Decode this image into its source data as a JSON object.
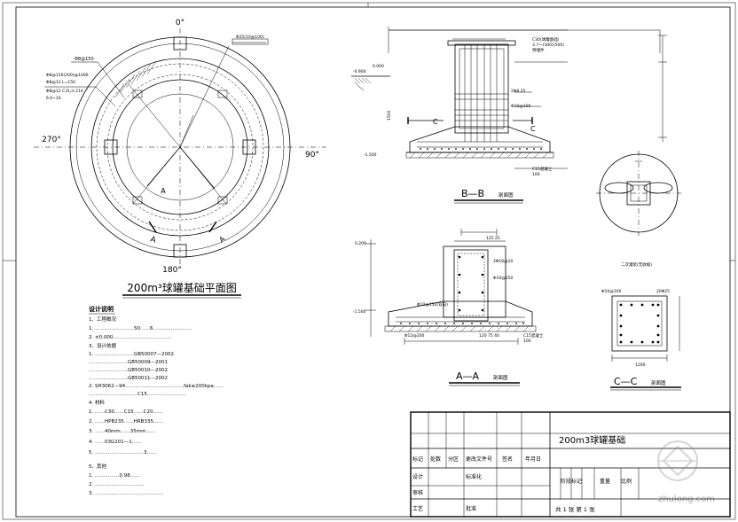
{
  "plan": {
    "angle_top": "0°",
    "angle_left": "270°",
    "angle_right": "90°",
    "angle_bottom": "180°",
    "title": "200m³球罐基础平面图",
    "section_a_left": "A",
    "section_a_right": "A"
  },
  "section_bb": {
    "title": "B—B",
    "subtitle": "剖面图",
    "mark_c_left": "C",
    "mark_c_right": "C"
  },
  "section_aa": {
    "title": "A—A",
    "subtitle": "剖面图"
  },
  "section_cc": {
    "title": "C—C",
    "subtitle": "剖面图"
  },
  "notes": {
    "heading": "设计说明",
    "lines": [
      "1、工程概况",
      "1. ……………………50……6……………………",
      "2. ±0.000………………………………",
      "3、设计依据",
      "1. ……………………GB50007—2002",
      "   ……………………GB50009—2001",
      "   ……………………GB50010—2002",
      "   ……………………GB50011—2002",
      "2. SH3062—94………………………………fak≥200kpa……",
      "…………………………C15……………………",
      "4. 材料",
      "1. ……C30……C15……C20……",
      "2. ……HPB235……HRB335……",
      "3. ……40mm……35mm……",
      "4. ……03G101—1……",
      "5. …………………………3……",
      "5、其他",
      "1. ……………0.98……",
      "2. …………………………",
      "3. ……………………………………"
    ]
  },
  "title_block": {
    "drawing_title": "200m3球罐基础",
    "row1": [
      "标记",
      "处数",
      "分区",
      "更改文件号",
      "签名",
      "年月日"
    ],
    "row2_left": [
      "设计",
      "",
      "标准化"
    ],
    "row2_right": [
      "阶段标记",
      "重量",
      "比例"
    ],
    "row3_left": [
      "审核"
    ],
    "row4_left": [
      "工艺",
      "",
      "批准"
    ],
    "sheet": "共 1 张  第 1 张"
  },
  "watermark": {
    "text": "zhulong.com"
  }
}
